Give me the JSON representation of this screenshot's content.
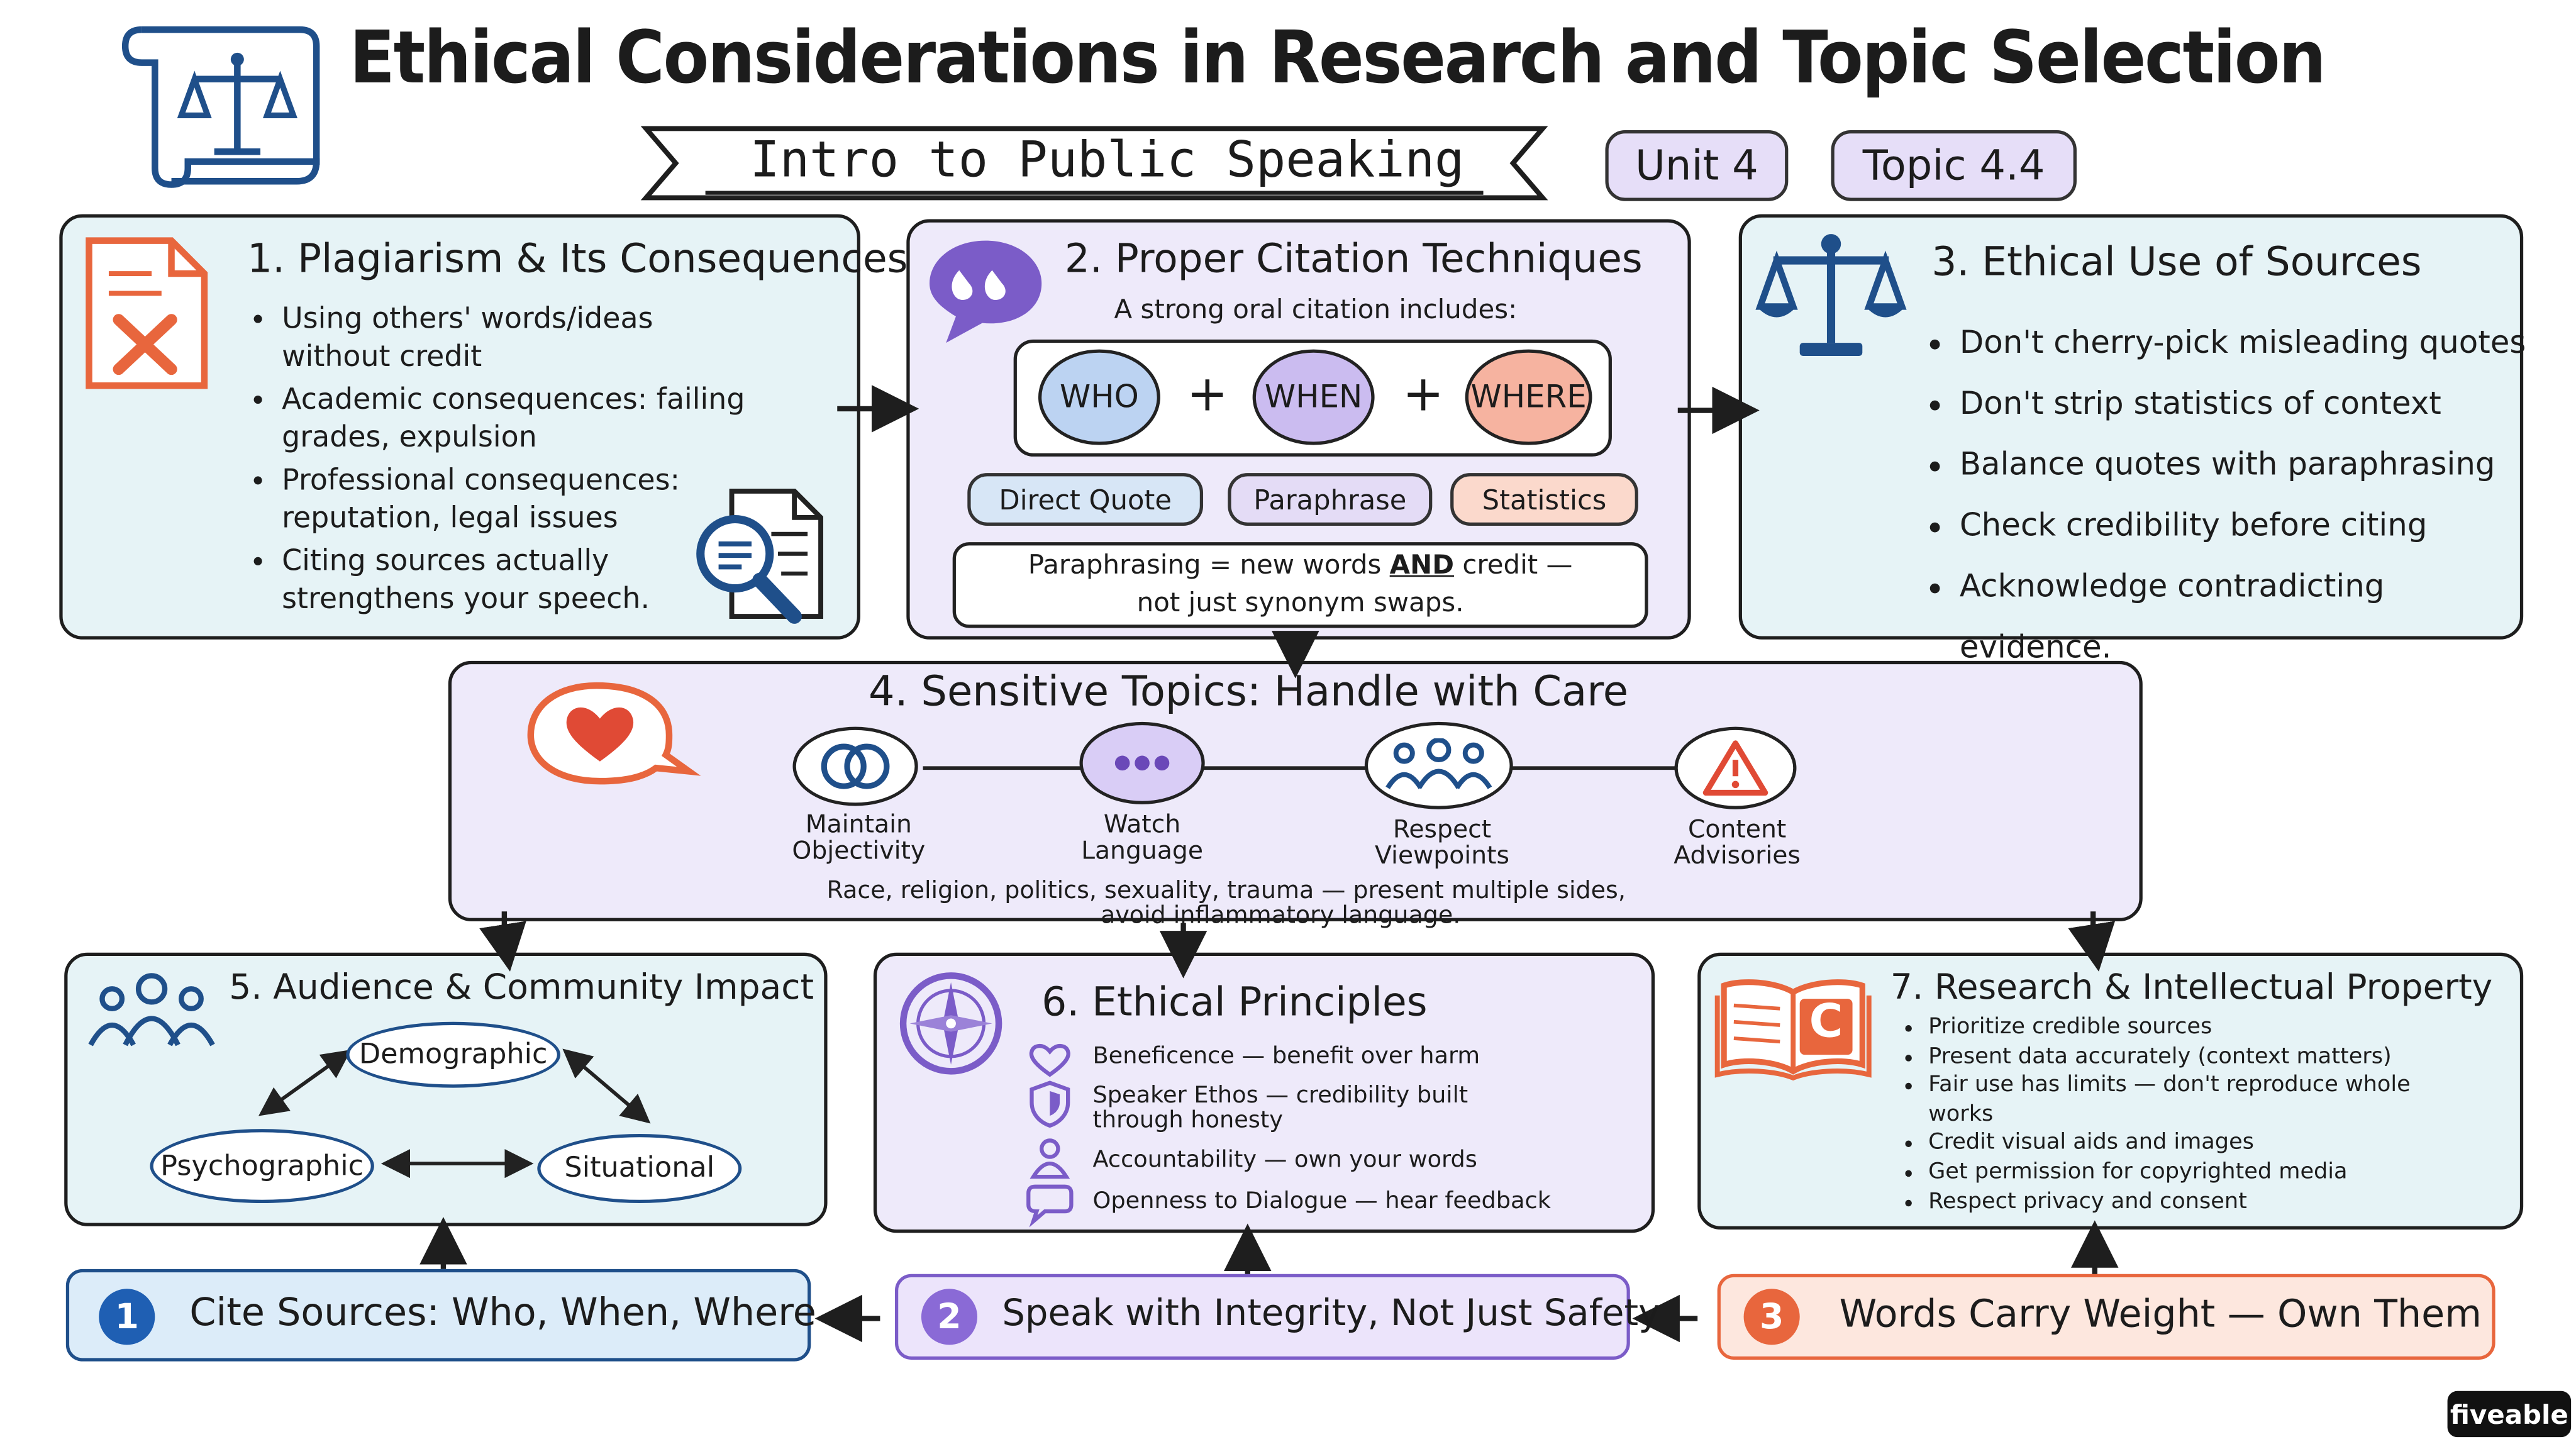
{
  "title": "Ethical Considerations in Research and Topic Selection",
  "banner": "Intro to Public Speaking",
  "unit": "Unit 4",
  "topic": "Topic 4.4",
  "colors": {
    "teal_bg": "#e6f3f6",
    "purple_bg": "#eeeafa",
    "blue": "#1f4f8a",
    "purple": "#7b5cc8",
    "orange": "#e8663d"
  },
  "icons": [
    "scroll-scales-icon",
    "document-x-icon",
    "magnifier-document-icon",
    "quote-bubble-icon",
    "scales-icon",
    "heart-bubble-icon",
    "people-group-icon",
    "compass-icon",
    "book-c-icon"
  ],
  "p1": {
    "title": "1. Plagiarism & Its Consequences",
    "bullets": [
      "Using others' words/ideas without credit",
      "Academic consequences: failing grades, expulsion",
      "Professional consequences: reputation, legal issues",
      "Citing sources actually strengthens your speech."
    ]
  },
  "p2": {
    "title": "2. Proper Citation Techniques",
    "subtitle": "A strong oral citation includes:",
    "who": "WHO",
    "when": "WHEN",
    "where": "WHERE",
    "plus": "+",
    "tags": [
      "Direct Quote",
      "Paraphrase",
      "Statistics"
    ],
    "note_a": "Paraphrasing = new words ",
    "note_and": "AND",
    "note_b": " credit —",
    "note_c": "not just synonym swaps."
  },
  "p3": {
    "title": "3. Ethical Use of Sources",
    "bullets": [
      "Don't cherry-pick misleading quotes",
      "Don't strip statistics of context",
      "Balance quotes with paraphrasing",
      "Check credibility before citing",
      "Acknowledge contradicting evidence."
    ]
  },
  "p4": {
    "title": "4.  Sensitive Topics: Handle with Care",
    "nodes": [
      "Maintain\nObjectivity",
      "Watch\nLanguage",
      "Respect\nViewpoints",
      "Content\nAdvisories"
    ],
    "footer1": "Race, religion, politics, sexuality, trauma — present multiple sides,",
    "footer2": "avoid inflammatory language."
  },
  "p5": {
    "title": "5. Audience & Community Impact",
    "demographic": "Demographic",
    "psychographic": "Psychographic",
    "situational": "Situational"
  },
  "p6": {
    "title": "6. Ethical Principles",
    "items": [
      "Beneficence — benefit over harm",
      "Speaker Ethos — credibility built\nthrough honesty",
      "Accountability — own your words",
      "Openness to Dialogue — hear feedback"
    ]
  },
  "p7": {
    "title": "7. Research & Intellectual Property",
    "book_letter": "C",
    "bullets": [
      "Prioritize credible sources",
      "Present data accurately (context matters)",
      "Fair use has limits — don't reproduce whole works",
      "Credit visual aids and images",
      "Get permission for copyrighted media",
      "Respect privacy and consent"
    ]
  },
  "takeaways": [
    {
      "num": "1",
      "text": "Cite Sources: Who, When, Where"
    },
    {
      "num": "2",
      "text": "Speak with Integrity, Not Just Safety"
    },
    {
      "num": "3",
      "text": "Words Carry Weight — Own Them"
    }
  ],
  "brand": "fiveable"
}
